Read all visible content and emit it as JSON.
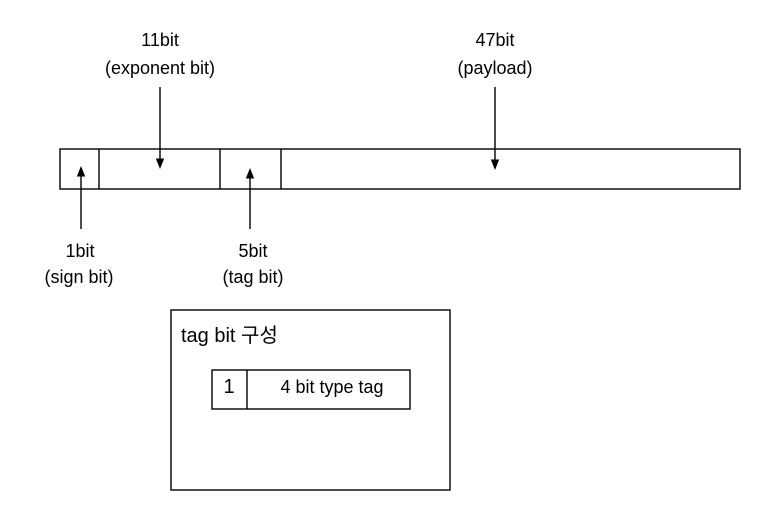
{
  "colors": {
    "background": "#ffffff",
    "line": "#000000",
    "text": "#000000"
  },
  "bit_diagram": {
    "labels": {
      "exponent": {
        "line1": "11bit",
        "line2": "(exponent bit)"
      },
      "payload": {
        "line1": "47bit",
        "line2": "(payload)"
      },
      "sign": {
        "line1": "1bit",
        "line2": "(sign bit)"
      },
      "tag": {
        "line1": "5bit",
        "line2": "(tag bit)"
      }
    },
    "segments": [
      {
        "name": "sign",
        "bits": "1bit"
      },
      {
        "name": "exponent",
        "bits": "11bit"
      },
      {
        "name": "tag",
        "bits": "5bit"
      },
      {
        "name": "payload",
        "bits": "47bit"
      }
    ]
  },
  "tag_box": {
    "title": "tag bit 구성",
    "cell1": "1",
    "cell2": "4 bit type tag"
  }
}
